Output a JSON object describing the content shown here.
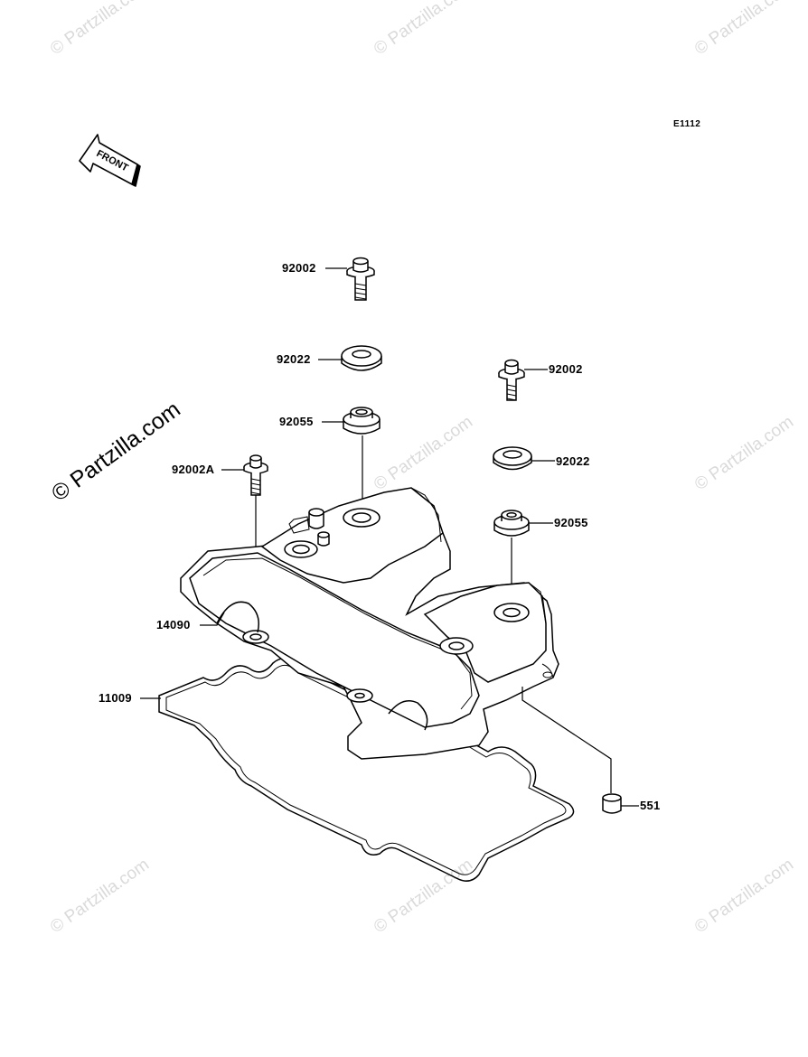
{
  "diagram": {
    "code": "E1112",
    "front_label": "FRONT",
    "watermark": "© Partzilla.com",
    "main_watermark": "© Partzilla.com",
    "parts": {
      "bolt_top": "92002",
      "washer_top": "92022",
      "grommet_top": "92055",
      "bolt_right": "92002",
      "washer_right": "92022",
      "grommet_right": "92055",
      "bolt_left": "92002A",
      "cover": "14090",
      "gasket": "11009",
      "dowel": "551"
    }
  }
}
